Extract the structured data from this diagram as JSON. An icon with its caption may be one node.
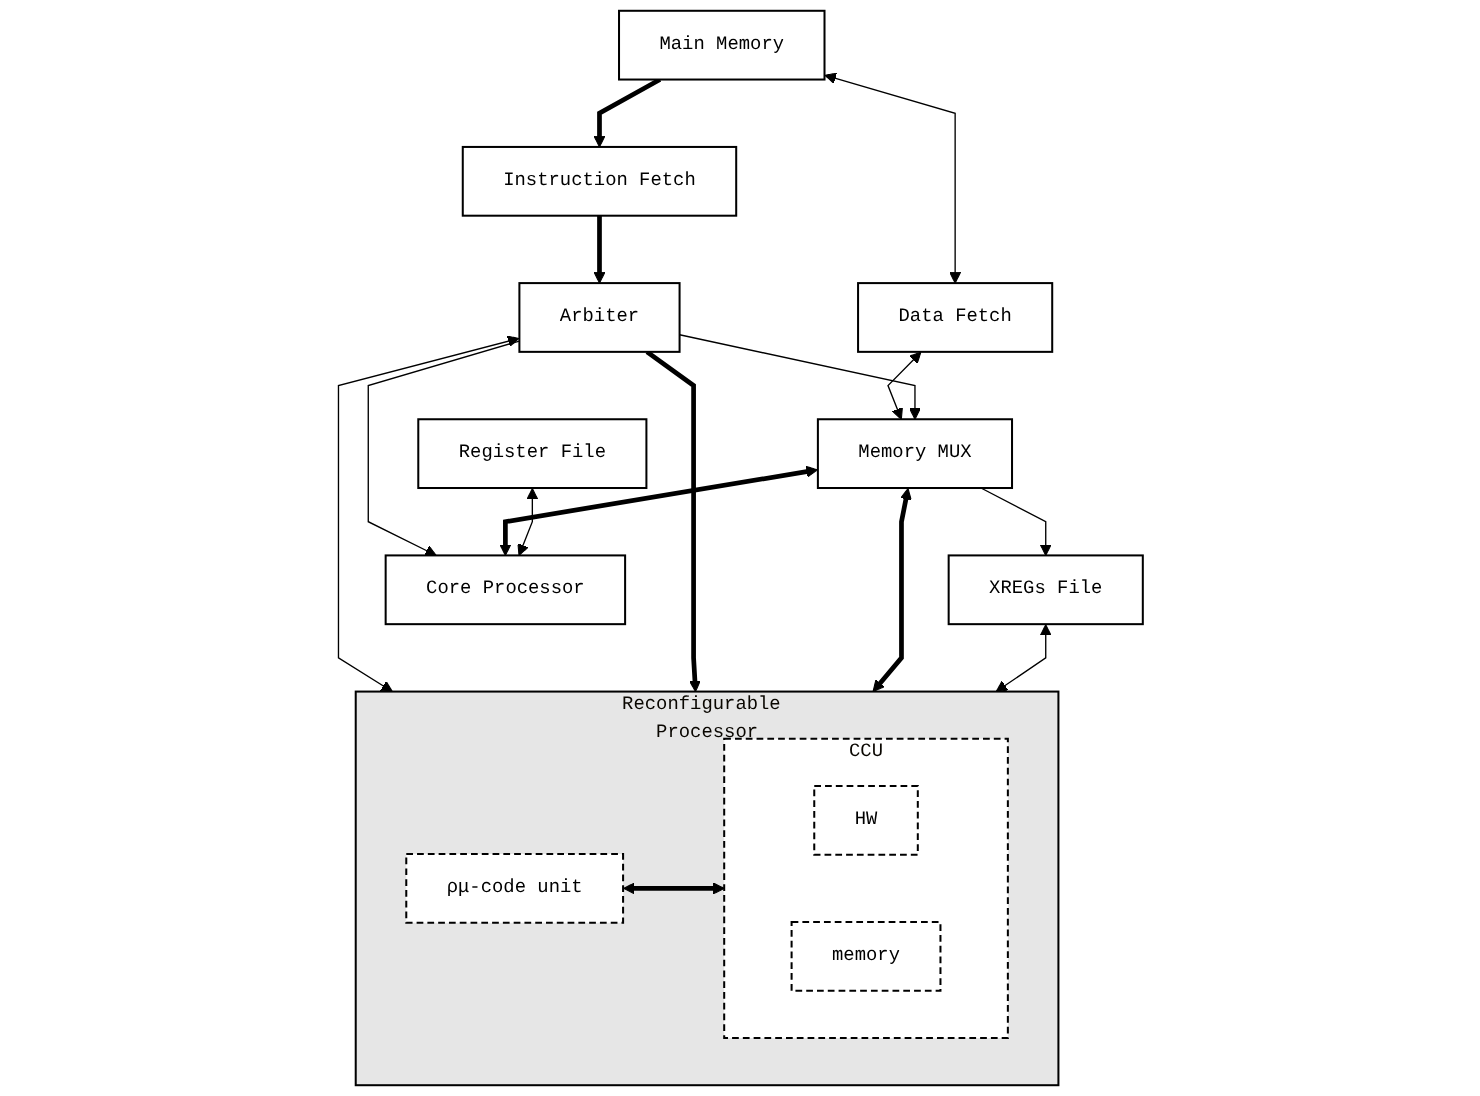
{
  "diagram": {
    "nodes": [
      {
        "text": [
          "Main Memory"
        ]
      },
      {
        "text": [
          "Instruction Fetch"
        ]
      },
      {
        "text": [
          "Data Fetch"
        ]
      },
      {
        "text": [
          "Arbiter"
        ]
      },
      {
        "text": [
          "Memory MUX"
        ]
      },
      {
        "text": [
          "XREGs File"
        ]
      },
      {
        "text": [
          "Register File"
        ]
      },
      {
        "text": [
          "Core Processor"
        ]
      },
      {
        "text": [
          "Reconfigurable Processor"
        ]
      },
      {
        "text": [
          "ρμ-code unit"
        ],
        "in": 8
      },
      {
        "text": [
          "CCU"
        ],
        "in": 8
      },
      {
        "text": [
          "HW"
        ],
        "in": 10
      },
      {
        "text": [
          "memory"
        ],
        "in": 10
      }
    ],
    "edges": [
      {
        "from": 0,
        "to": 1,
        "arrow": "to",
        "style": "thick"
      },
      {
        "from": 0,
        "to": 2,
        "arrow": "both"
      },
      {
        "from": 2,
        "to": 4,
        "arrow": "both"
      },
      {
        "from": 1,
        "to": 3,
        "arrow": "to",
        "style": "thick"
      },
      {
        "from": 3,
        "to": 4,
        "arrow": "to"
      },
      {
        "from": 3,
        "to": 8,
        "arrow": "both"
      },
      {
        "from": 3,
        "to": 8,
        "arrow": "to",
        "style": "thick"
      },
      {
        "from": 4,
        "to": 8,
        "arrow": "both",
        "style": "thick"
      },
      {
        "from": 3,
        "to": 7,
        "arrow": "to"
      },
      {
        "from": 4,
        "to": 7,
        "arrow": "both",
        "style": "thick"
      },
      {
        "from": 4,
        "to": 5,
        "arrow": "to"
      },
      {
        "from": 5,
        "to": 8,
        "arrow": "both"
      },
      {
        "from": 6,
        "to": 7,
        "arrow": "both"
      },
      {
        "from": 9,
        "to": 10,
        "arrow": "both",
        "style": "thick"
      }
    ]
  }
}
